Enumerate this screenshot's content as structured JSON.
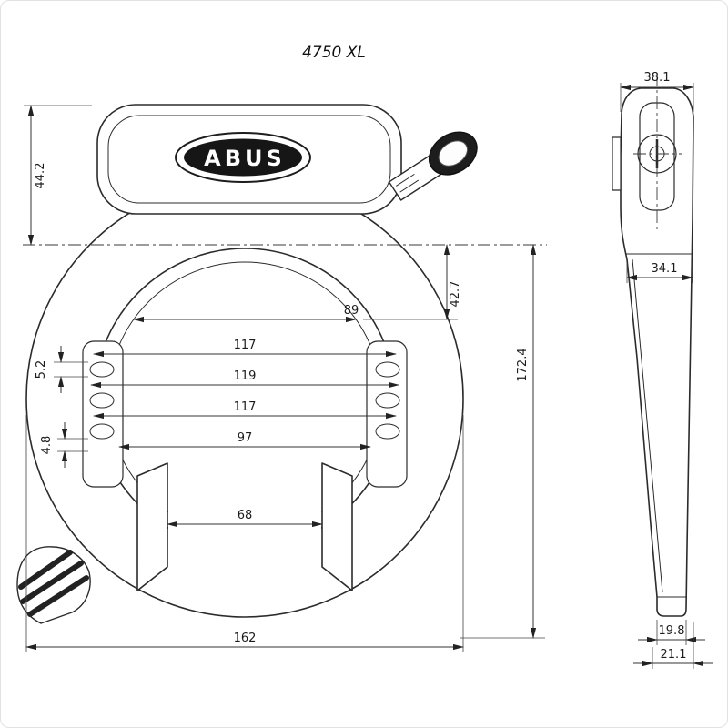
{
  "title": "4750 XL",
  "logo": "ABUS",
  "dims": {
    "h44": "44.2",
    "h172": "172.4",
    "h42": "42.7",
    "w89": "89",
    "w117a": "117",
    "w119": "119",
    "w117b": "117",
    "w97": "97",
    "w68": "68",
    "w162": "162",
    "s52": "5.2",
    "s48": "4.8",
    "sv381": "38.1",
    "sv341": "34.1",
    "sv198": "19.8",
    "sv211": "21.1"
  }
}
